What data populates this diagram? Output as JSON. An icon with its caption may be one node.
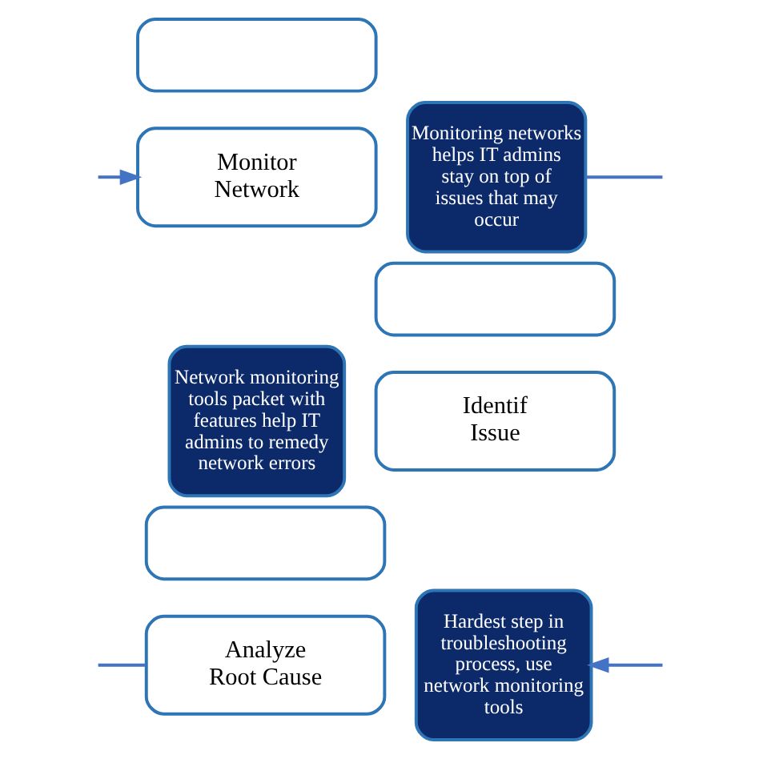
{
  "diagram": {
    "nodes": [
      {
        "text": [],
        "shape": "box"
      },
      {
        "text": [
          "Monitor Network"
        ]
      },
      {
        "text": [
          "Monitoring networks helps IT admins stay on top of issues that may occur"
        ]
      },
      {
        "text": [
          "Network monitoring tools packet with features help IT admins to remedy network errors"
        ]
      },
      {
        "text": [],
        "shape": "box"
      },
      {
        "text": [
          "Identif Issue"
        ]
      },
      {
        "text": [],
        "shape": "box"
      },
      {
        "text": [
          "Analyze Root Cause"
        ]
      },
      {
        "text": [
          "Hardest step in troubleshooting process, use network monitoring tools"
        ]
      }
    ],
    "edges": [
      {
        "from": null,
        "to": 1,
        "arrow": "to"
      },
      {
        "from": 2,
        "to": null,
        "arrow": "none"
      },
      {
        "from": null,
        "to": 8,
        "arrow": "to"
      },
      {
        "from": 7,
        "to": null,
        "arrow": "none"
      }
    ]
  }
}
